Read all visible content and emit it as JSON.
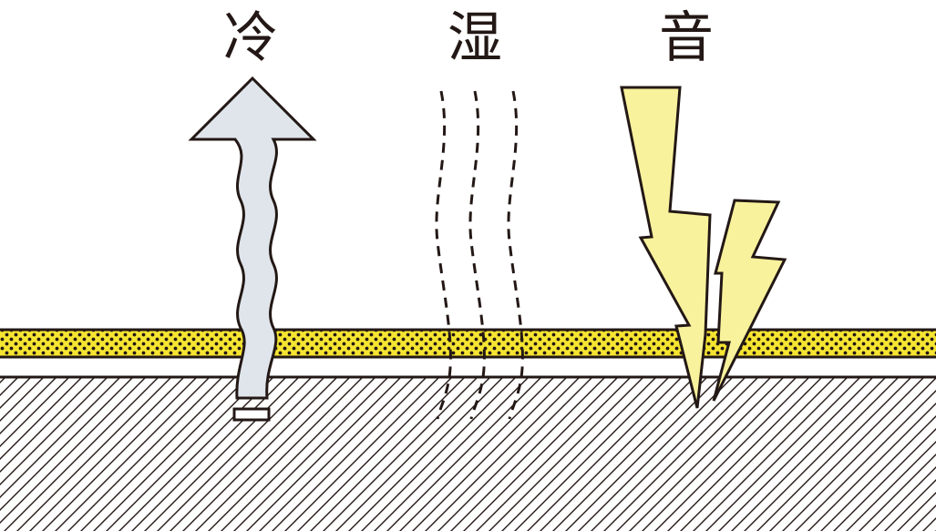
{
  "labels": {
    "cold": "冷",
    "humidity": "湿",
    "sound": "音"
  },
  "colors": {
    "line": "#231815",
    "insulation_yellow": "#f6e531",
    "arrow_fill": "#dfe5eb",
    "bolt_fill": "#f8f29c",
    "background": "#ffffff"
  },
  "icons": {
    "cold": "wavy-up-arrow-icon",
    "humidity": "dashed-steam-lines-icon",
    "sound": "lightning-bolt-icon"
  }
}
